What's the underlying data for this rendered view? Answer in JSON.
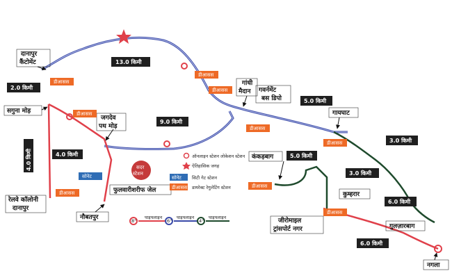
{
  "places": {
    "danapur_cantt": [
      "दानापुर",
      "कैंटोमेंट"
    ],
    "saguna_mod": "सगुना मोड़",
    "railway_colony": [
      "रेलवे कॉलोनी",
      "दानापुर"
    ],
    "gandhi_maidan": [
      "गांधी",
      "मैदान"
    ],
    "govt_bus_depot": [
      "गवर्नमेंट",
      "बस डिपो"
    ],
    "jagdev_path": [
      "जगदेव",
      "पथ मोड़"
    ],
    "gaighat": "गायघाट",
    "kankarbagh": "कंकड़बाग",
    "kumhrar": "कुम्हरार",
    "gulzarbagh": "गुलज़ारबाग",
    "zero_mile": [
      "जीरोमाइल",
      "ट्रांसपोर्ट नगर"
    ],
    "naubatpur": "नौबतपुर",
    "phulwari_jail": "फुलवारीशरीफ जेल",
    "sadar_station": [
      "सदर",
      "स्टेशन"
    ],
    "nagla": "नगला"
  },
  "distances": {
    "km_13": "13.0 किमी",
    "km_2": "2.0 किमी",
    "km_4_vertical": "4.0 किमी",
    "km_4": "4.0 किमी",
    "km_9": "9.0 किमी",
    "km_5_top": "5.0 किमी",
    "km_5_mid": "5.0 किमी",
    "km_3_a": "3.0 किमी",
    "km_3_b": "3.0 किमी",
    "km_6_a": "6.0 किमी",
    "km_6_b": "6.0 किमी"
  },
  "tags": {
    "daas": "डीआसस",
    "sonet": "सोनेट"
  },
  "legend": {
    "online_station": "ऑनलाइन स्टेशन लोकेशन स्टेशन",
    "historic_place": "ऐतिहासिक जगह",
    "city_gate_station": "सिटी गेट स्टेशन",
    "regulating_station": "डायरेक्ट रेगुलेटिंग स्टेशन",
    "pipeline_8": "8\"",
    "pipeline_6": "6\"",
    "pipeline_4": "4\"",
    "pipeline_word": "पाइपलाइन"
  },
  "colors": {
    "red_line": "#e0404a",
    "blue_line": "#3a4aa8",
    "green_line": "#1e4a2c",
    "orange_tag": "#ee6a26",
    "blue_tag": "#2f6db5",
    "km_box": "#1f1f1f",
    "station_red": "#e0404a"
  }
}
